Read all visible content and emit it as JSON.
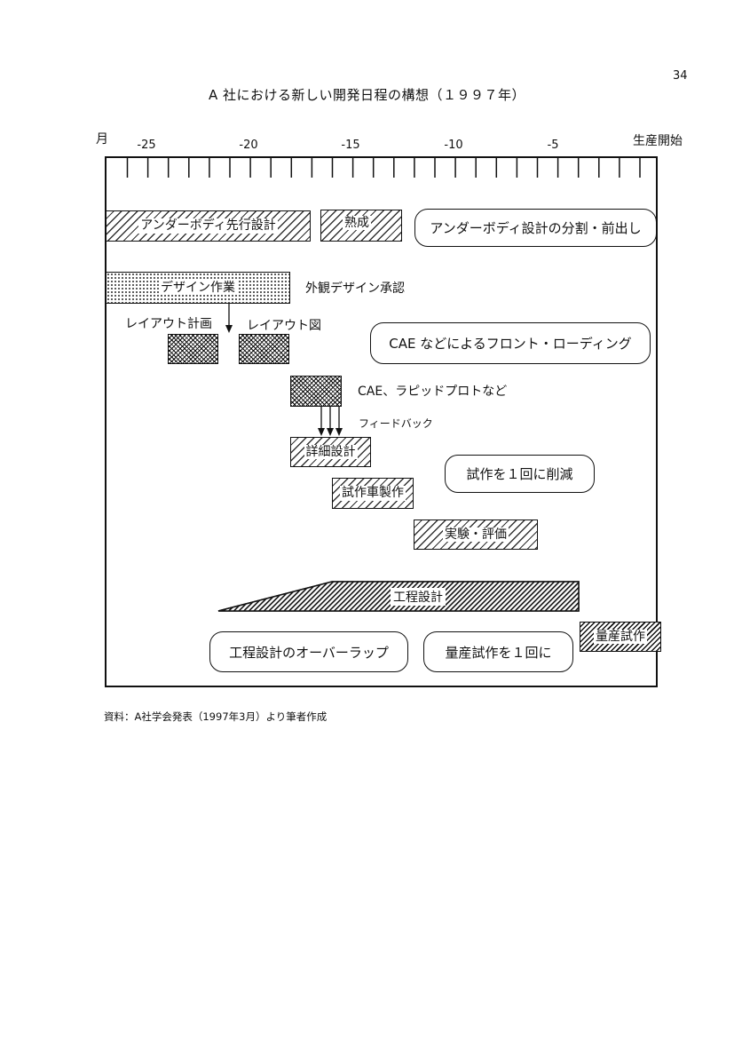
{
  "page_number": "34",
  "title": "A 社における新しい開発日程の構想（１９９７年）",
  "axis": {
    "unit": "月",
    "ticks": [
      "-25",
      "-20",
      "-15",
      "-10",
      "-5"
    ],
    "end_label": "生産開始"
  },
  "bars": {
    "underbody_advance": "アンダーボディ先行設計",
    "maturation": "熟成",
    "design_work": "デザイン作業",
    "detail_design": "詳細設計",
    "prototype_build": "試作車製作",
    "test_evaluation": "実験・評価",
    "process_design": "工程設計",
    "mass_prototype": "量産試作"
  },
  "labels": {
    "exterior_approval": "外観デザイン承認",
    "layout_plan": "レイアウト計画",
    "layout_drawing": "レイアウト図",
    "cae_rapid": "CAE、ラピッドプロトなど",
    "feedback": "フィードバック"
  },
  "callouts": {
    "underbody_split": "アンダーボディ設計の分割・前出し",
    "cae_frontloading": "CAE などによるフロント・ローディング",
    "reduce_prototype": "試作を１回に削減",
    "process_overlap": "工程設計のオーバーラップ",
    "mass_prototype_once": "量産試作を１回に"
  },
  "source": "資料：A社学会発表（1997年3月）より筆者作成"
}
